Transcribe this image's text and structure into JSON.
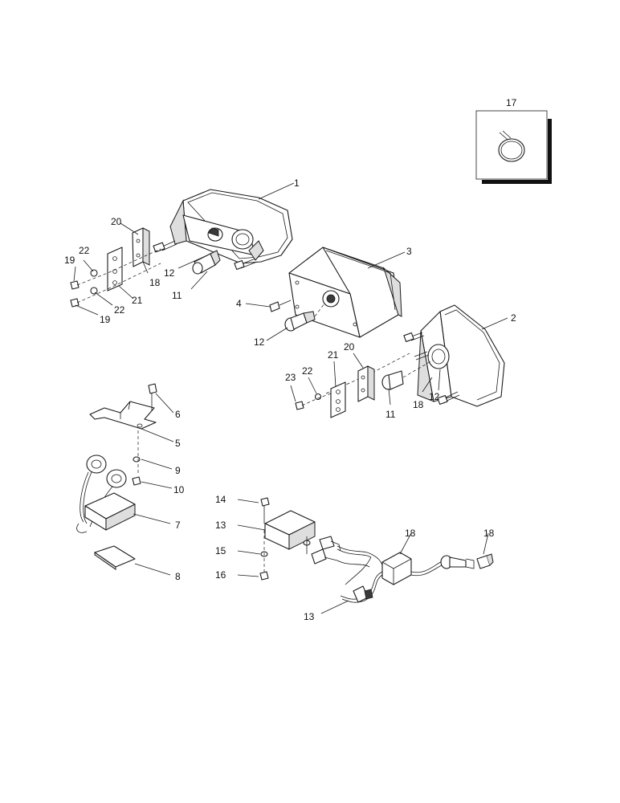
{
  "callouts": {
    "c1": "1",
    "c2": "2",
    "c3": "3",
    "c4": "4",
    "c5": "5",
    "c6": "6",
    "c7": "7",
    "c8": "8",
    "c9": "9",
    "c10": "10",
    "c11a": "11",
    "c11b": "11",
    "c12a": "12",
    "c12b": "12",
    "c12c": "12",
    "c13a": "13",
    "c13b": "13",
    "c14": "14",
    "c15": "15",
    "c16": "16",
    "c17": "17",
    "c18a": "18",
    "c18b": "18",
    "c18c": "18",
    "c18d": "18",
    "c19a": "19",
    "c19b": "19",
    "c20a": "20",
    "c20b": "20",
    "c21a": "21",
    "c21b": "21",
    "c22a": "22",
    "c22b": "22",
    "c22c": "22",
    "c23": "23"
  }
}
